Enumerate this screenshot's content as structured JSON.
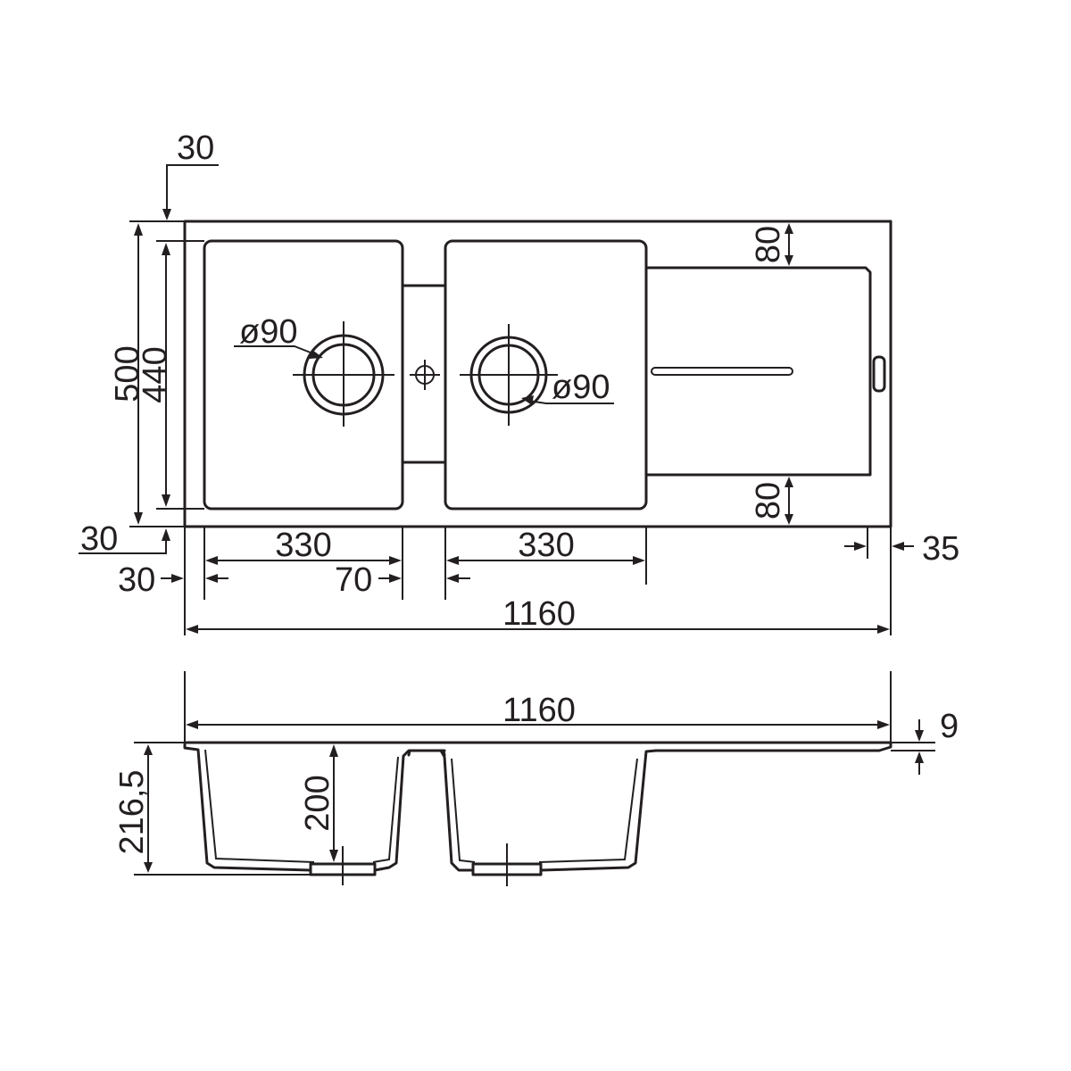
{
  "top_view": {
    "dims": {
      "rim_top": "30",
      "outer_depth": "500",
      "bowl_depth": "440",
      "rim_bottom": "30",
      "left_margin": "30",
      "bowl1_width": "330",
      "gap_width": "70",
      "bowl2_width": "330",
      "drainer_top": "80",
      "drainer_bottom": "80",
      "right_margin": "35",
      "overall_width": "1160"
    },
    "drain1_label": "ø90",
    "drain2_label": "ø90"
  },
  "side_view": {
    "dims": {
      "overall_width": "1160",
      "total_height": "216,5",
      "bowl_height": "200",
      "rim_thickness": "9"
    }
  }
}
